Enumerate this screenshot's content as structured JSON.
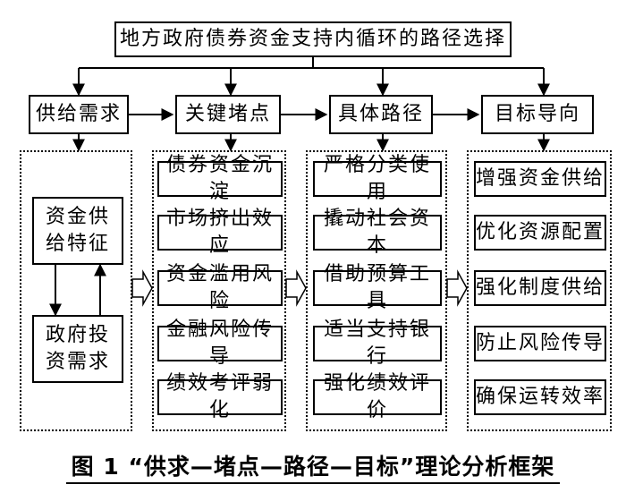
{
  "title": "地方政府债券资金支持内循环的路径选择",
  "stages": [
    {
      "label": "供给需求"
    },
    {
      "label": "关键堵点"
    },
    {
      "label": "具体路径"
    },
    {
      "label": "目标导向"
    }
  ],
  "supply_demand": {
    "top": "资金供给特征",
    "bottom": "政府投资需求"
  },
  "key_points": [
    "债券资金沉淀",
    "市场挤出效应",
    "资金滥用风险",
    "金融风险传导",
    "绩效考评弱化"
  ],
  "paths": [
    "严格分类使用",
    "撬动社会资本",
    "借助预算工具",
    "适当支持银行",
    "强化绩效评价"
  ],
  "goals": [
    "增强资金供给",
    "优化资源配置",
    "强化制度供给",
    "防止风险传导",
    "确保运转效率"
  ],
  "caption": "图 1 “供求—堵点—路径—目标”理论分析框架"
}
